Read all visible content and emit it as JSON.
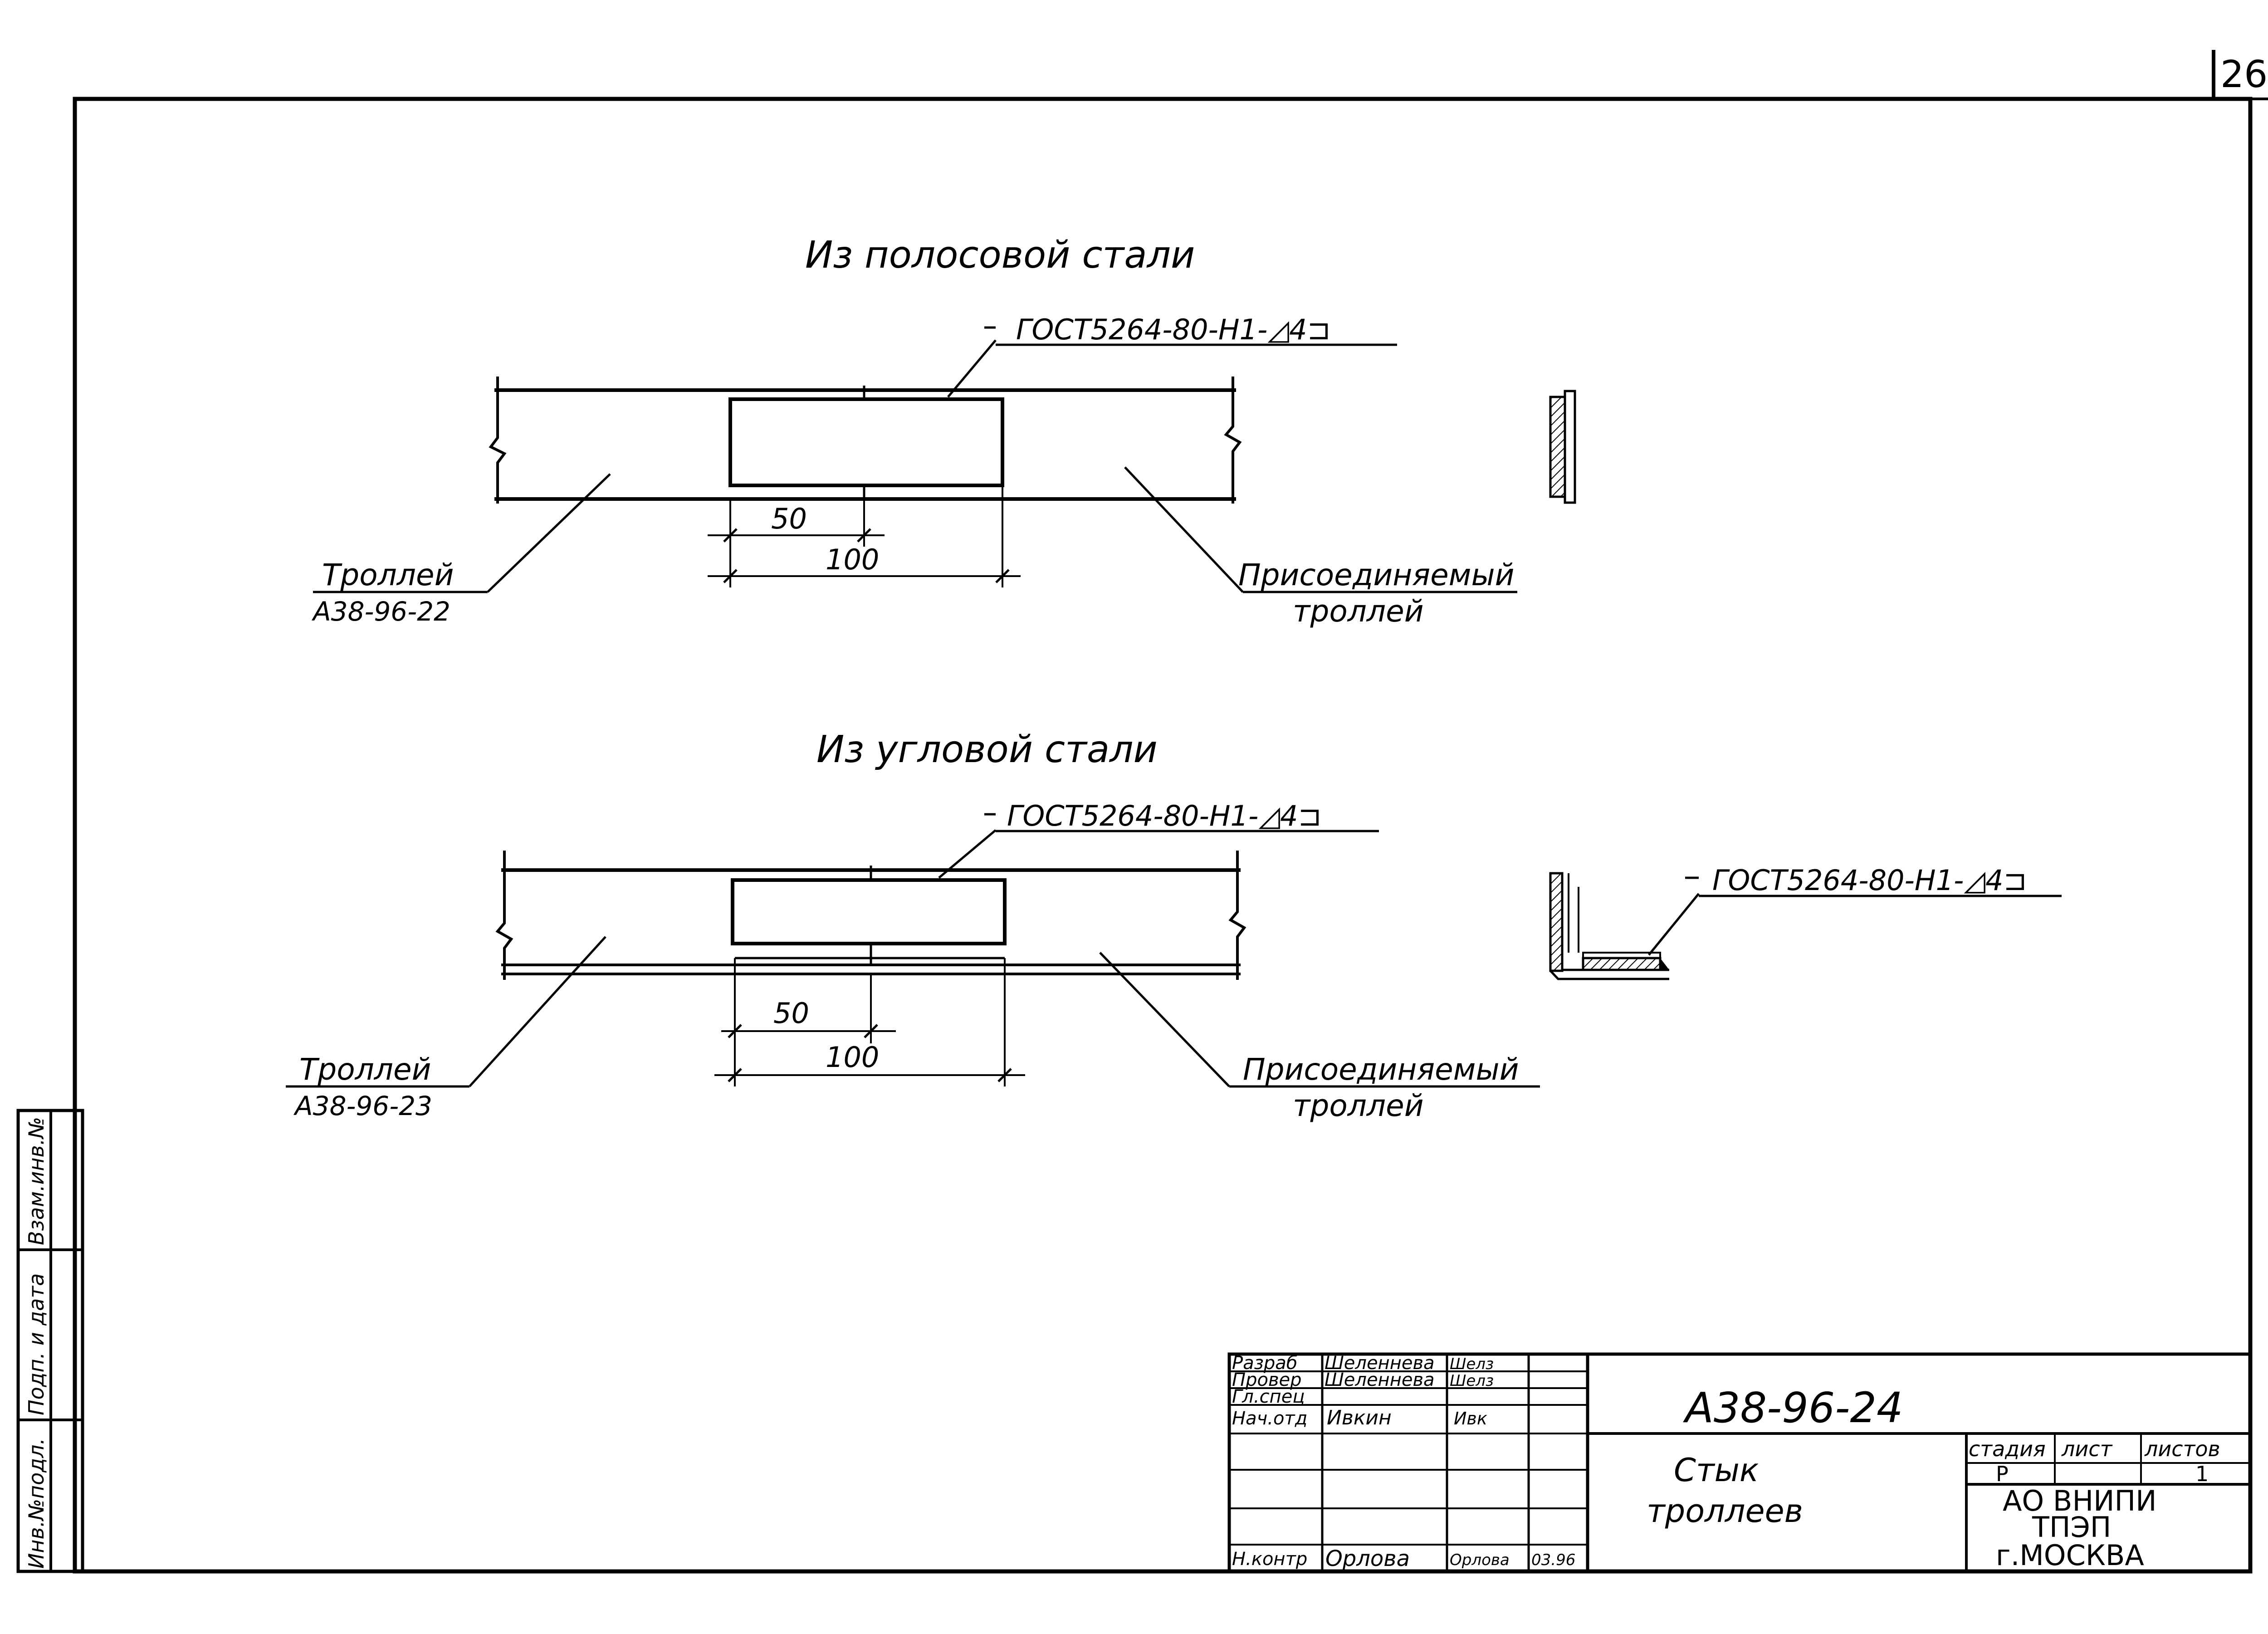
{
  "page_number": "26",
  "views": {
    "strip": {
      "title": "Из полосовой стали",
      "weld_symbol": "ГОСТ5264-80-Н1-◿4⊐",
      "left_label": "Троллей",
      "left_code": "А38-96-22",
      "right_label_1": "Присоединяемый",
      "right_label_2": "троллей",
      "dim_small": "50",
      "dim_large": "100"
    },
    "angle": {
      "title": "Из угловой стали",
      "weld_symbol": "ГОСТ5264-80-Н1-◿4⊐",
      "section_weld_symbol": "ГОСТ5264-80-Н1-◿4⊐",
      "left_label": "Троллей",
      "left_code": "А38-96-23",
      "right_label_1": "Присоединяемый",
      "right_label_2": "троллей",
      "dim_small": "50",
      "dim_large": "100"
    }
  },
  "side_stamp": {
    "cells": [
      "Взам.инв.№",
      "Подп. и дата",
      "Инв.№подл."
    ]
  },
  "title_block": {
    "rows": [
      {
        "role": "Разраб",
        "name": "Шеленнева",
        "sign": "Шелз",
        "date": ""
      },
      {
        "role": "Провер",
        "name": "Шеленнева",
        "sign": "Шелз",
        "date": ""
      },
      {
        "role": "Гл.спец",
        "name": "",
        "sign": "",
        "date": ""
      },
      {
        "role": "Нач.отд",
        "name": "Ивкин",
        "sign": "Ивк",
        "date": ""
      },
      {
        "role": "",
        "name": "",
        "sign": "",
        "date": ""
      },
      {
        "role": "",
        "name": "",
        "sign": "",
        "date": ""
      },
      {
        "role": "Н.контр",
        "name": "Орлова",
        "sign": "Орлова",
        "date": "03.96"
      }
    ],
    "designation": "А38-96-24",
    "drawing_title_1": "Стык",
    "drawing_title_2": "троллеев",
    "headers": {
      "stage": "стадия",
      "sheet": "лист",
      "sheets": "листов"
    },
    "values": {
      "stage": "Р",
      "sheet": "",
      "sheets": "1"
    },
    "org_1": "АО ВНИПИ",
    "org_2": "ТПЭП",
    "city": "г.МОСКВА"
  }
}
